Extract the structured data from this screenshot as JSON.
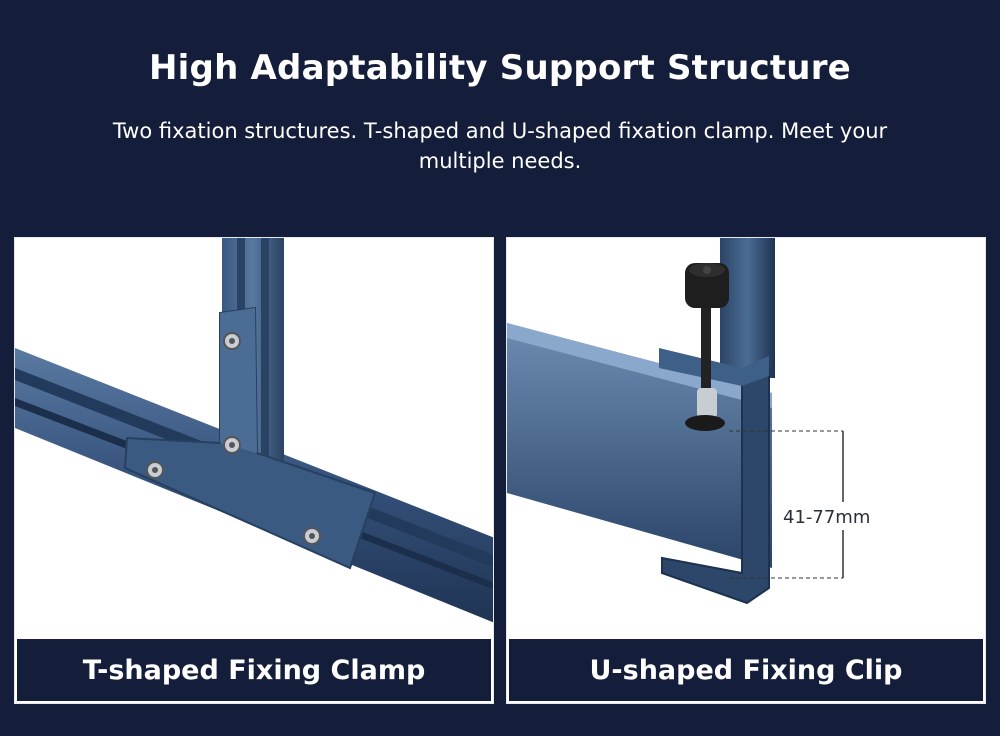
{
  "header": {
    "title": "High Adaptability Support Structure",
    "subtitle": "Two fixation structures. T-shaped and U-shaped fixation clamp. Meet your multiple needs."
  },
  "panels": [
    {
      "caption": "T-shaped Fixing Clamp"
    },
    {
      "caption": "U-shaped Fixing Clip",
      "dimension": "41-77mm"
    }
  ],
  "colors": {
    "background": "#141d3a",
    "metal": "#2f4a6b",
    "metal_light": "#4e6f93",
    "caption_bg": "#141d3a"
  }
}
